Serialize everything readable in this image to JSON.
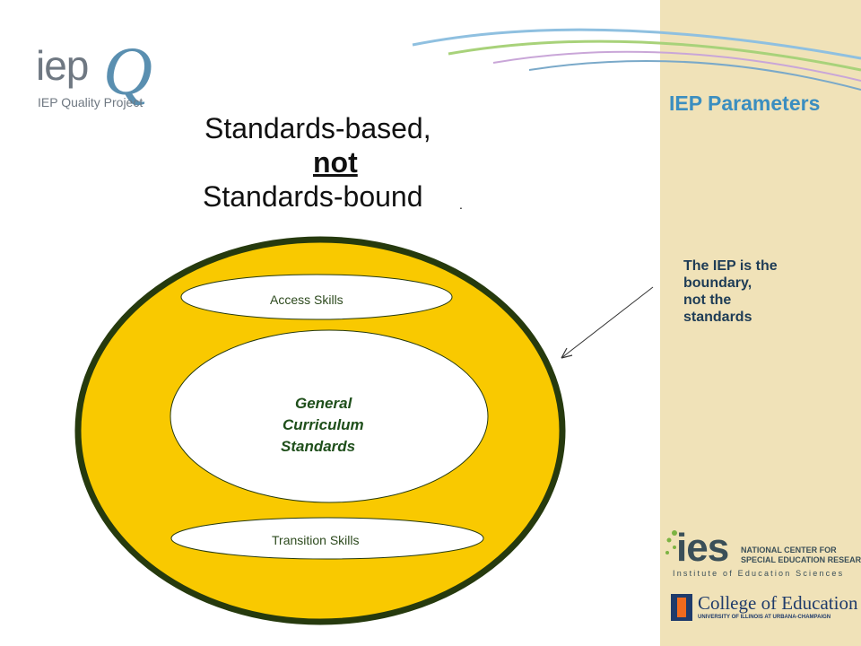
{
  "logo": {
    "word": "iep",
    "letter": "Q",
    "subtitle": "IEP Quality Project"
  },
  "sidebar": {
    "title": "IEP Parameters"
  },
  "title": {
    "line1": "Standards-based,",
    "line2": "not",
    "line3": "Standards-bound",
    "trailing_dot": "."
  },
  "diagram": {
    "outer_fill": "#f9c900",
    "outer_border": "#263a0e",
    "access_label": "Access Skills",
    "general_label": [
      "General",
      "Curriculum",
      "Standards"
    ],
    "transition_label": "Transition Skills"
  },
  "note": {
    "lines": [
      "The IEP is the",
      "boundary,",
      "not the",
      "standards"
    ]
  },
  "ies_logo": {
    "word": "ies",
    "name_lines": [
      "NATIONAL CENTER FOR",
      "SPECIAL EDUCATION RESEARCH"
    ],
    "subtitle": "Institute of Education Sciences"
  },
  "coe_logo": {
    "title": "College of Education",
    "subtitle": "UNIVERSITY OF ILLINOIS AT URBANA-CHAMPAIGN"
  }
}
